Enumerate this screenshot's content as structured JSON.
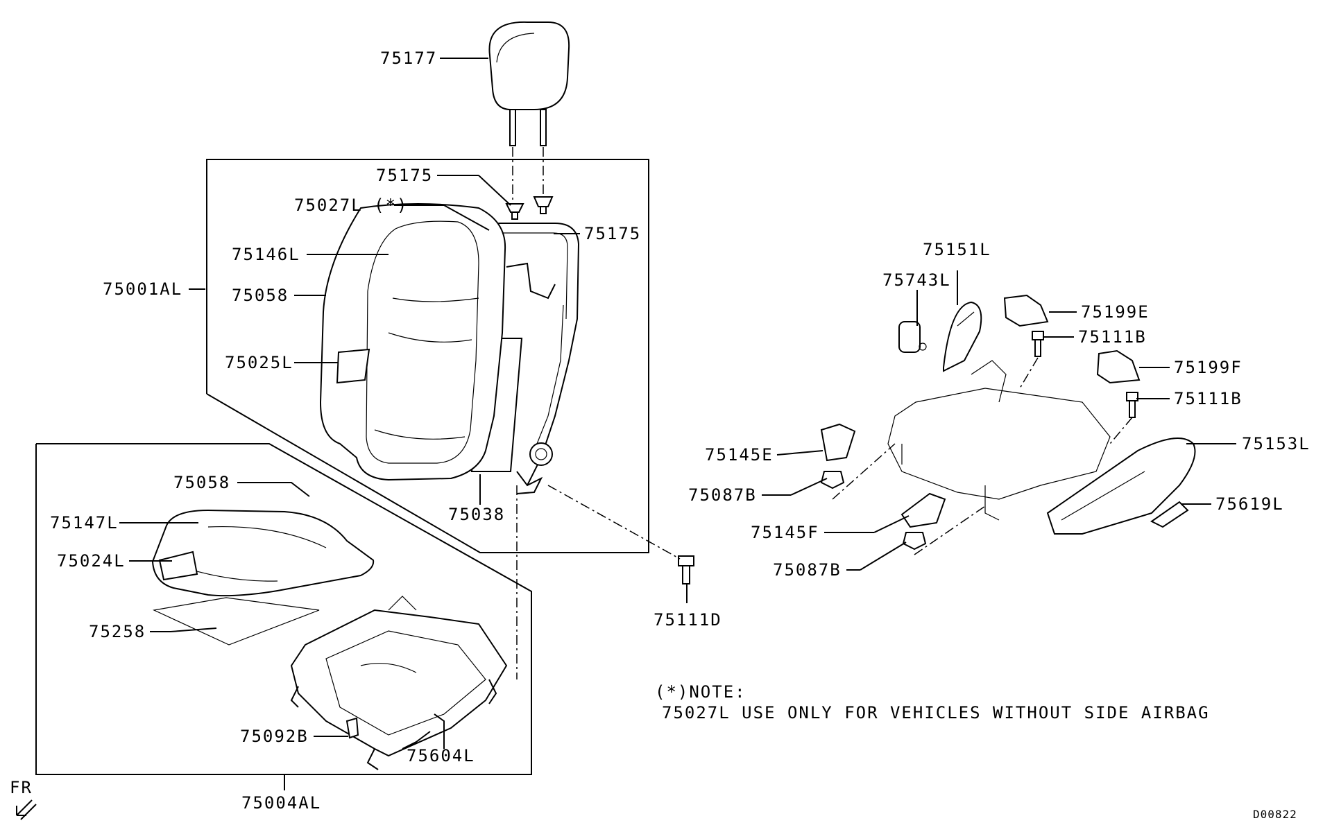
{
  "labels": {
    "p75177": "75177",
    "p75175_a": "75175",
    "p75027L": "75027L (*)",
    "p75175_b": "75175",
    "p75146L": "75146L",
    "p75001AL": "75001AL",
    "p75058_a": "75058",
    "p75025L": "75025L",
    "p75038": "75038",
    "p75058_b": "75058",
    "p75147L": "75147L",
    "p75024L": "75024L",
    "p75258": "75258",
    "p75092B": "75092B",
    "p75604L": "75604L",
    "p75004AL": "75004AL",
    "p75111D": "75111D",
    "p75151L": "75151L",
    "p75743L": "75743L",
    "p75199E": "75199E",
    "p75111B_a": "75111B",
    "p75199F": "75199F",
    "p75111B_b": "75111B",
    "p75153L": "75153L",
    "p75145E": "75145E",
    "p75087B_a": "75087B",
    "p75145F": "75145F",
    "p75087B_b": "75087B",
    "p75619L": "75619L"
  },
  "note": {
    "heading": "(*)NOTE:",
    "text": "75027L USE ONLY FOR VEHICLES WITHOUT SIDE AIRBAG"
  },
  "orientation": "FR",
  "drawing_code": "D00822",
  "icons": {
    "orientation": "front-arrow-icon"
  }
}
